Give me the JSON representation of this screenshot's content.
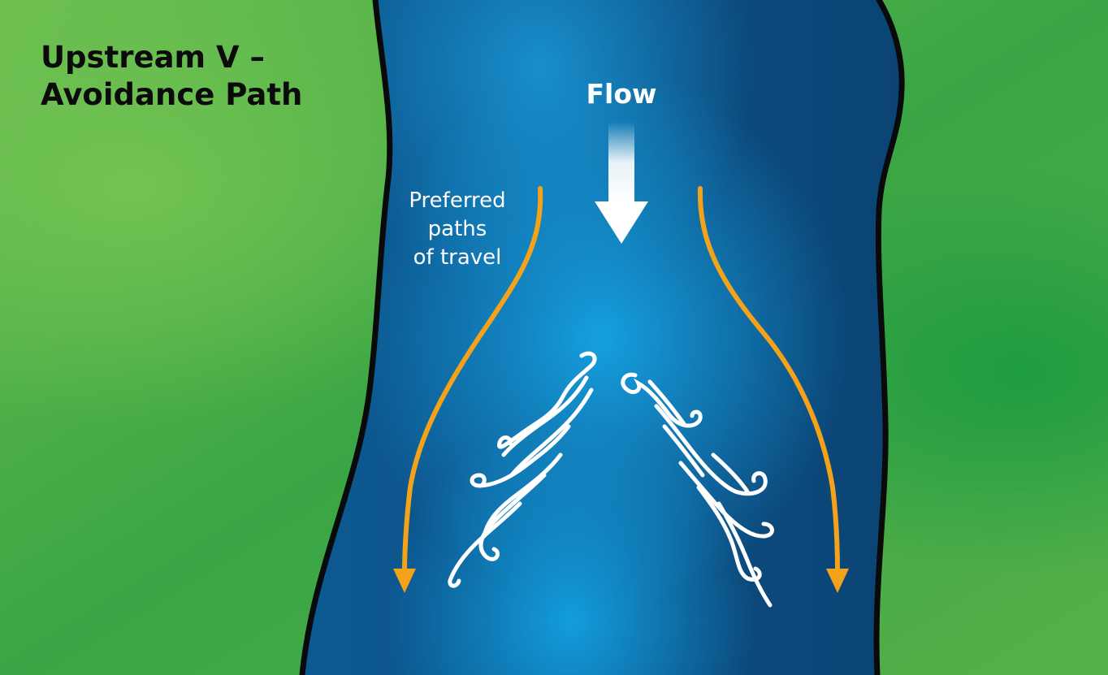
{
  "title": {
    "line1": "Upstream V –",
    "line2": "Avoidance Path"
  },
  "labels": {
    "flow": "Flow",
    "paths_line1": "Preferred",
    "paths_line2": "paths",
    "paths_line3": "of travel"
  },
  "colors": {
    "land": "#3fa64a",
    "river_dark": "#0d4f86",
    "river_light": "#0e9fe0",
    "bank_outline": "#0a0a0a",
    "path_arrow": "#f5a21b",
    "flow_arrow": "#ffffff",
    "turbulence": "#ffffff"
  }
}
